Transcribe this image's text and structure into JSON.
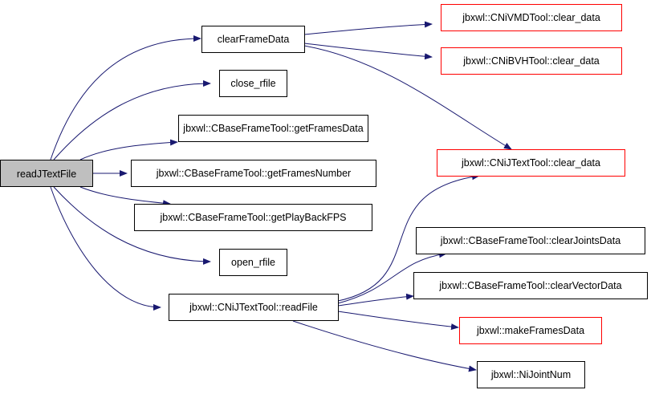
{
  "colors": {
    "edge": "#191970",
    "box_border": "#000000",
    "box_border_external": "#ff0000",
    "root_fill": "#bfbfbf",
    "box_fill": "#ffffff"
  },
  "nodes": {
    "root": "readJTextFile",
    "clearFrameData": "clearFrameData",
    "close_rfile": "close_rfile",
    "getFramesData": "jbxwl::CBaseFrameTool::getFramesData",
    "getFramesNumber": "jbxwl::CBaseFrameTool::getFramesNumber",
    "getPlayBackFPS": "jbxwl::CBaseFrameTool::getPlayBackFPS",
    "open_rfile": "open_rfile",
    "readFile": "jbxwl::CNiJTextTool::readFile",
    "vmd_clear": "jbxwl::CNiVMDTool::clear_data",
    "bvh_clear": "jbxwl::CNiBVHTool::clear_data",
    "jtext_clear": "jbxwl::CNiJTextTool::clear_data",
    "clearJointsData": "jbxwl::CBaseFrameTool::clearJointsData",
    "clearVectorData": "jbxwl::CBaseFrameTool::clearVectorData",
    "makeFramesData": "jbxwl::makeFramesData",
    "NiJointNum": "jbxwl::NiJointNum"
  }
}
